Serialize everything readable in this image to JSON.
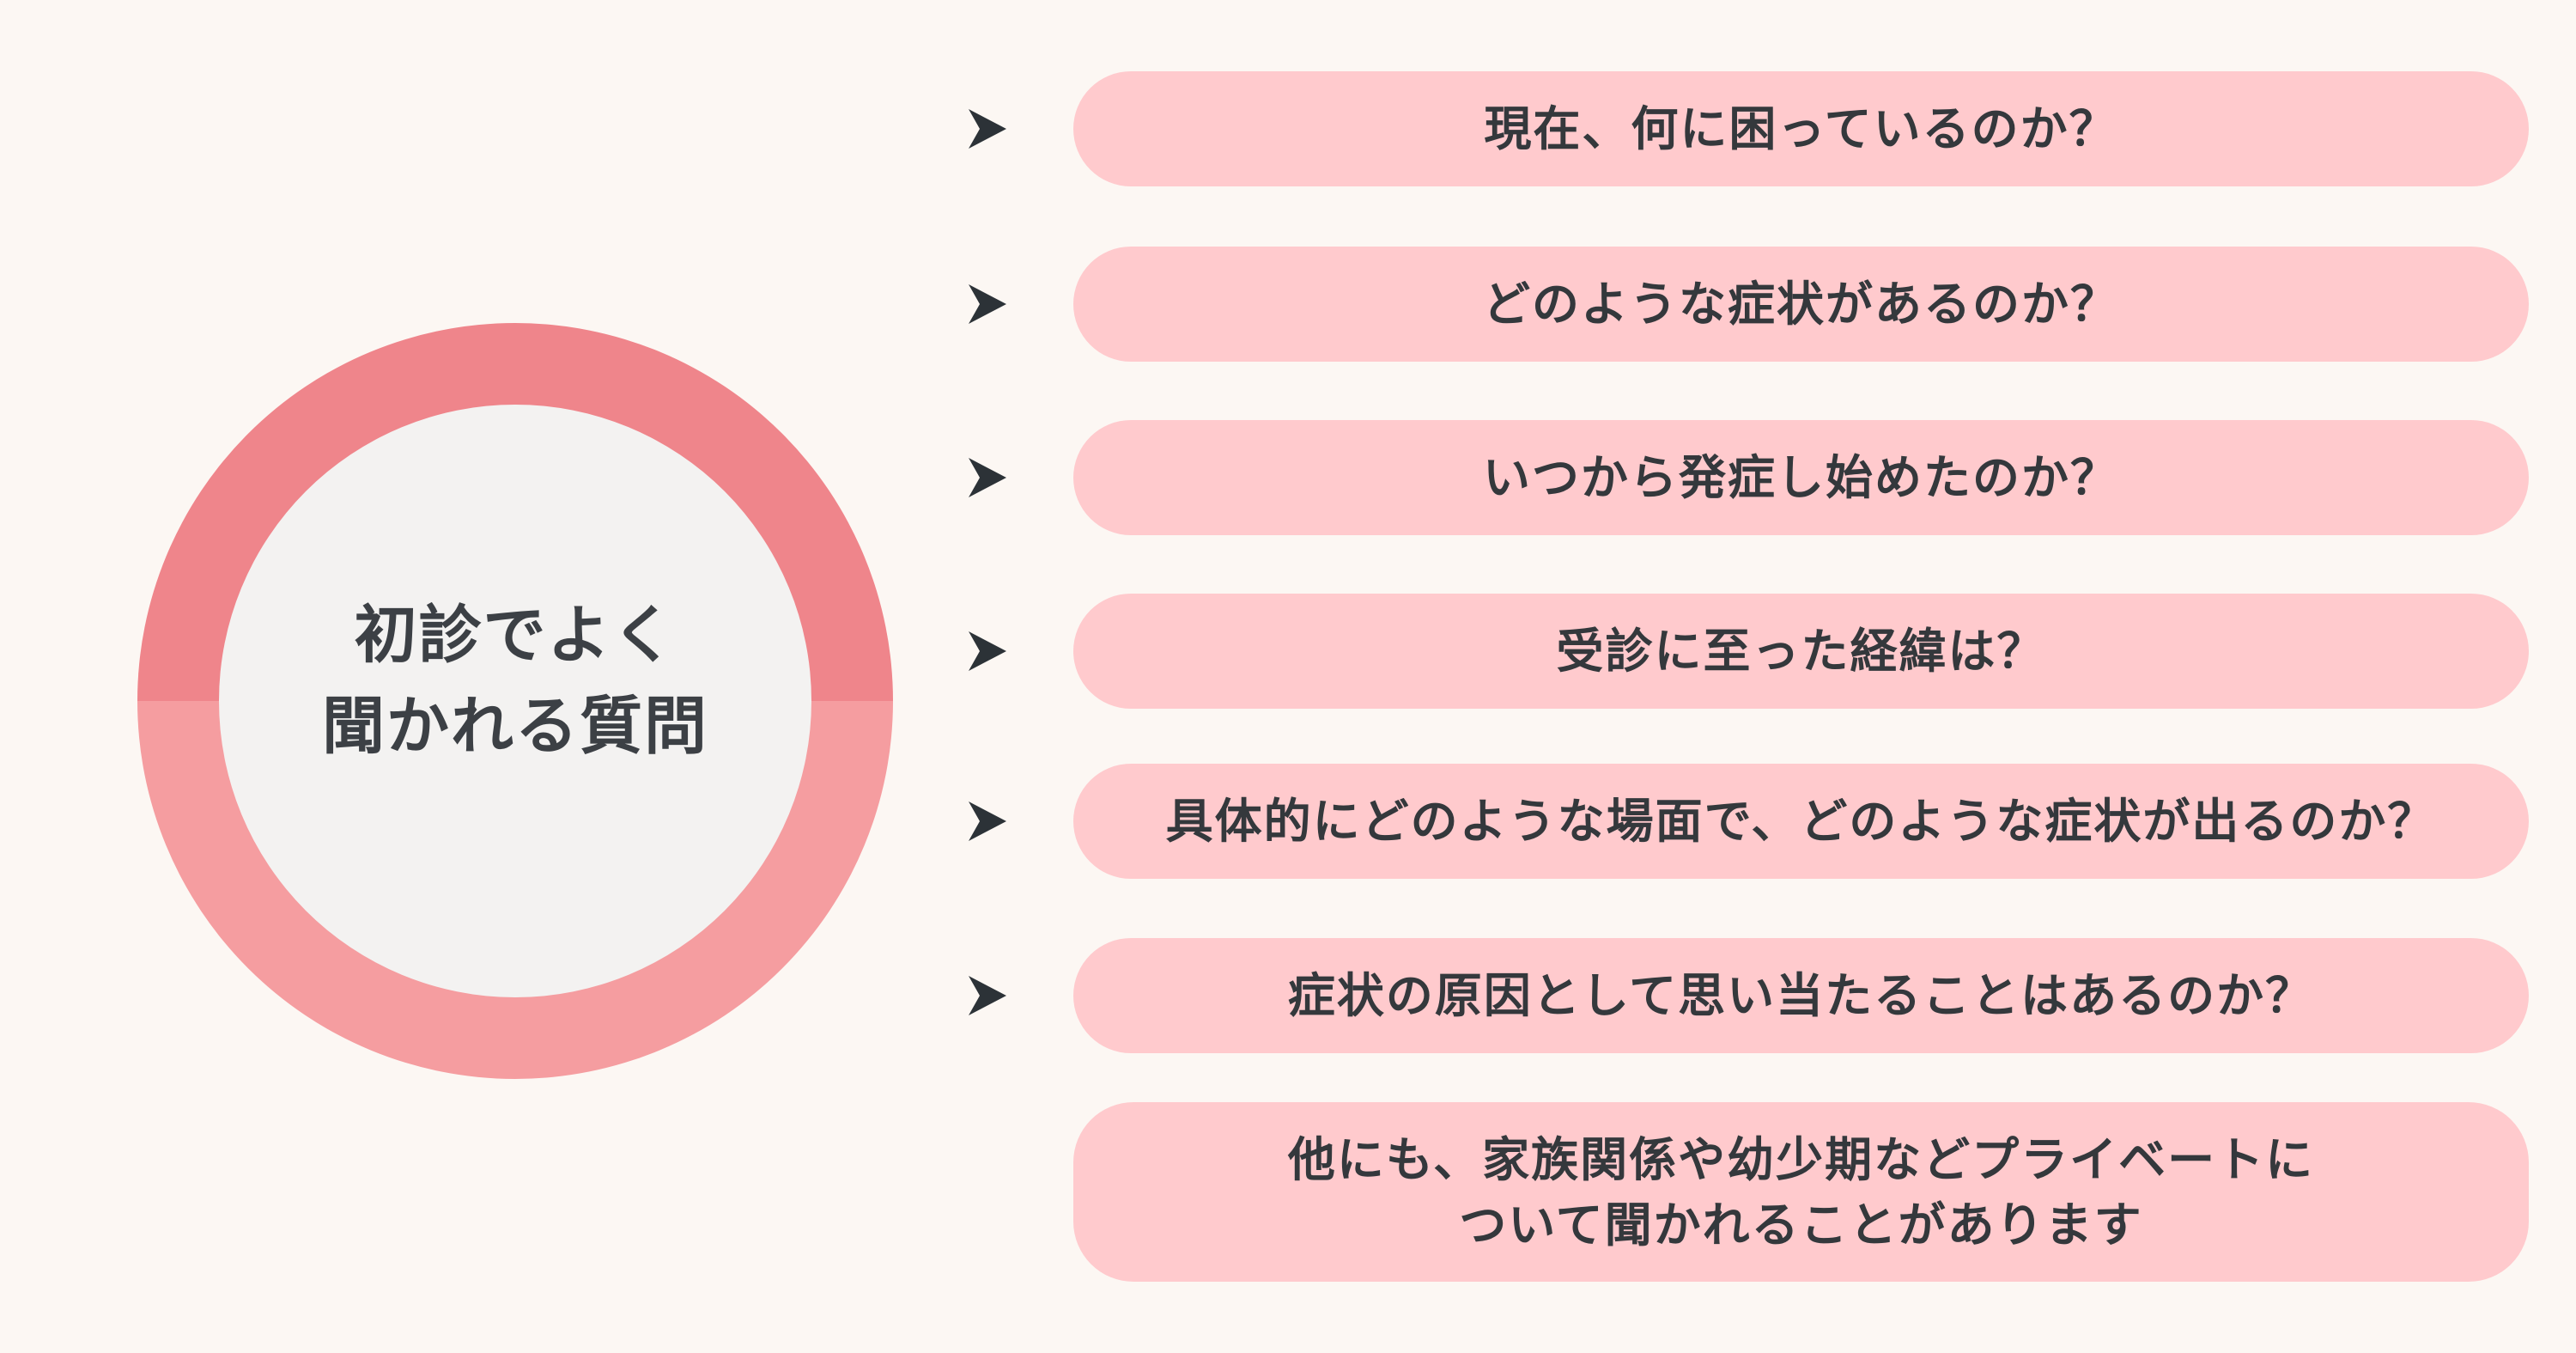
{
  "background_color": "#fcf7f3",
  "badge": {
    "lines": [
      "初診でよく",
      "聞かれる質問"
    ],
    "ring_top_color": "#ef858b",
    "ring_bottom_color": "#f59da0",
    "inner_color": "#f3f2f1",
    "text_color": "#3c4045"
  },
  "questions": {
    "bar_color": "#ffcacd",
    "text_color": "#34383c",
    "arrow_color": "#2c3237",
    "items": [
      {
        "lines": [
          "現在、何に困っているのか？"
        ],
        "has_arrow": true
      },
      {
        "lines": [
          "どのような症状があるのか？"
        ],
        "has_arrow": true
      },
      {
        "lines": [
          "いつから発症し始めたのか？"
        ],
        "has_arrow": true
      },
      {
        "lines": [
          "受診に至った経緯は？"
        ],
        "has_arrow": true
      },
      {
        "lines": [
          "具体的にどのような場面で、どのような症状が出るのか？"
        ],
        "has_arrow": true
      },
      {
        "lines": [
          "症状の原因として思い当たることはあるのか？"
        ],
        "has_arrow": true
      },
      {
        "lines": [
          "他にも、家族関係や幼少期などプライベートに",
          "ついて聞かれることがあります"
        ],
        "has_arrow": false
      }
    ]
  }
}
